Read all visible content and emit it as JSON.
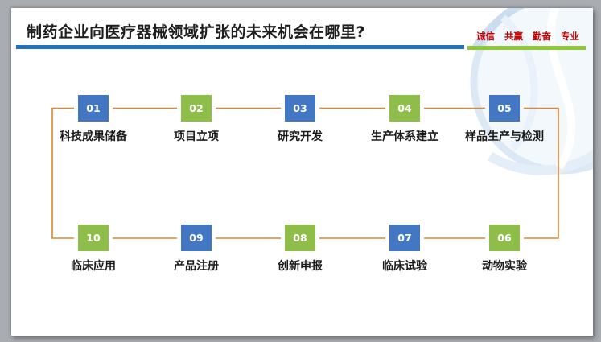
{
  "slide": {
    "title": "制药企业向医疗器械领域扩张的未来机会在哪里?",
    "motto": [
      "诚信",
      "共赢",
      "勤奋",
      "专业"
    ]
  },
  "flow": {
    "steps": [
      {
        "num": "01",
        "label": "科技成果储备",
        "color": "blue"
      },
      {
        "num": "02",
        "label": "项目立项",
        "color": "green"
      },
      {
        "num": "03",
        "label": "研究开发",
        "color": "blue"
      },
      {
        "num": "04",
        "label": "生产体系建立",
        "color": "green"
      },
      {
        "num": "05",
        "label": "样品生产与检测",
        "color": "blue"
      },
      {
        "num": "06",
        "label": "动物实验",
        "color": "green"
      },
      {
        "num": "07",
        "label": "临床试验",
        "color": "blue"
      },
      {
        "num": "08",
        "label": "创新申报",
        "color": "green"
      },
      {
        "num": "09",
        "label": "产品注册",
        "color": "blue"
      },
      {
        "num": "10",
        "label": "临床应用",
        "color": "green"
      }
    ],
    "order_note": "top row left-to-right 01-05, bottom row right-to-left 06-10"
  },
  "colors": {
    "title_text": "#1E1E1E",
    "title_underline": "#2073BE",
    "motto_text": "#C00000",
    "motto_underline": "#8FC63B",
    "box_blue": "#4377C4",
    "box_green": "#8FBD49",
    "connector_line": "#E0852F",
    "backdrop_gray": "#A9ACB1",
    "slide_background": "#FFFFFF"
  }
}
